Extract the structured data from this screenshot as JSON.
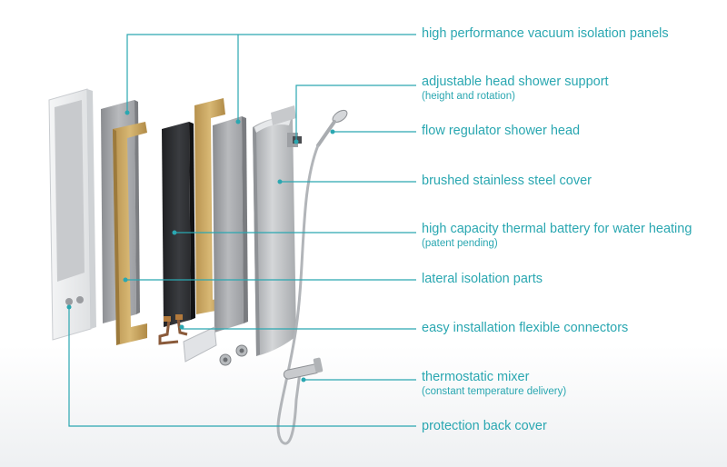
{
  "accent_color": "#2aa7b1",
  "labels": [
    {
      "id": "vacuum",
      "text": "high performance vacuum isolation panels",
      "sub": ""
    },
    {
      "id": "support",
      "text": "adjustable head shower support",
      "sub": "(height and rotation)"
    },
    {
      "id": "flow",
      "text": "flow regulator shower head",
      "sub": ""
    },
    {
      "id": "cover",
      "text": "brushed stainless steel cover",
      "sub": ""
    },
    {
      "id": "battery",
      "text": "high capacity thermal battery for water heating",
      "sub": "(patent pending)"
    },
    {
      "id": "lateral",
      "text": "lateral isolation parts",
      "sub": ""
    },
    {
      "id": "connectors",
      "text": "easy installation flexible connectors",
      "sub": ""
    },
    {
      "id": "mixer",
      "text": "thermostatic mixer",
      "sub": "(constant temperature delivery)"
    },
    {
      "id": "backcover",
      "text": "protection back cover",
      "sub": ""
    }
  ]
}
